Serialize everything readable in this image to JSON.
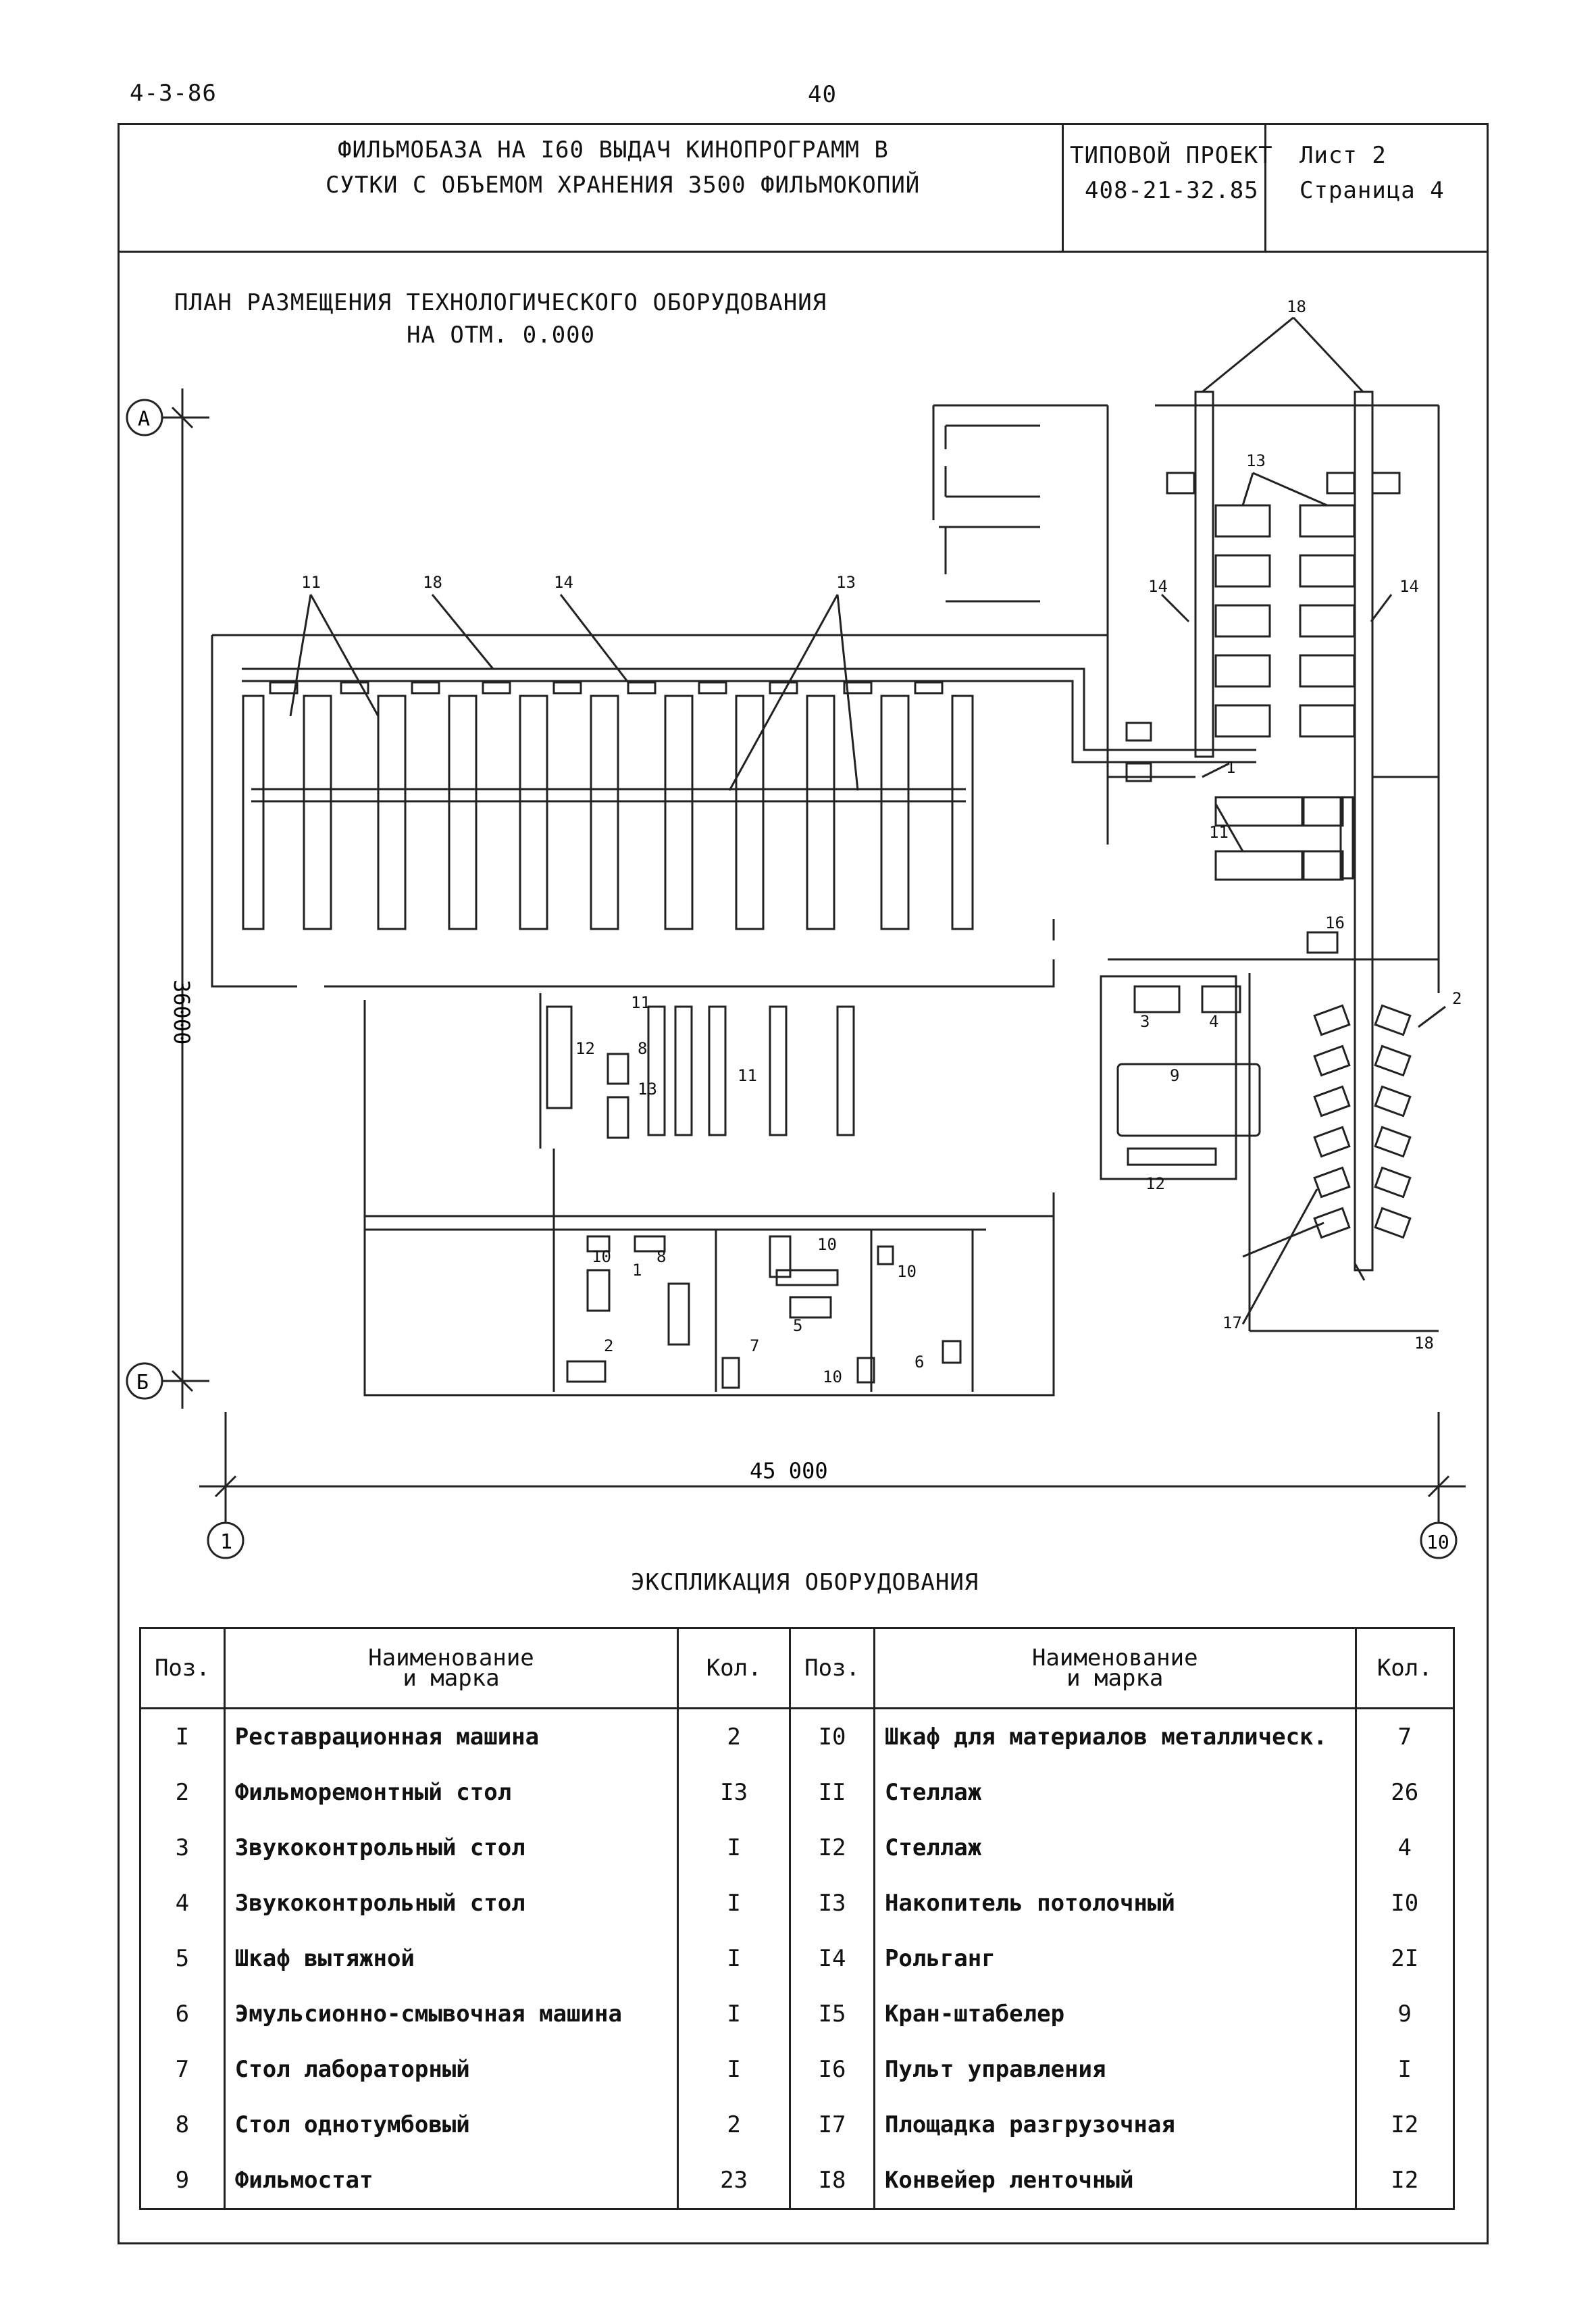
{
  "header": {
    "doc_code": "4-3-86",
    "page_number": "40"
  },
  "title_block": {
    "title_line1": "ФИЛЬМОБАЗА НА I60 ВЫДАЧ КИНОПРОГРАММ В",
    "title_line2": "СУТКИ С ОБЪЕМОМ ХРАНЕНИЯ 3500 ФИЛЬМОКОПИЙ",
    "project_label": "ТИПОВОЙ ПРОЕКТ",
    "project_number": "408-21-32.85",
    "sheet_label": "Лист 2",
    "page_label": "Страница 4"
  },
  "plan": {
    "title_line1": "ПЛАН РАЗМЕЩЕНИЯ ТЕХНОЛОГИЧЕСКОГО ОБОРУДОВАНИЯ",
    "title_line2": "НА ОТМ. 0.000",
    "dim_width": "45 000",
    "dim_height": "36000",
    "axis_a": "А",
    "axis_b": "Б",
    "axis_1": "1",
    "axis_10": "10",
    "callouts": {
      "c11a": "11",
      "c18a": "18",
      "c14a": "14",
      "c13a": "13",
      "c18b": "18",
      "c13b": "13",
      "c14b": "14",
      "c14c": "14",
      "c1a": "1",
      "c11b": "11",
      "c16": "16",
      "c2a": "2",
      "c3": "3",
      "c4": "4",
      "c9": "9",
      "c12a": "12",
      "c12b": "12",
      "c11c": "11",
      "c8a": "8",
      "c13c": "13",
      "c11d": "11",
      "c10a": "10",
      "c8b": "8",
      "c1b": "1",
      "c2b": "2",
      "c10b": "10",
      "c7": "7",
      "c5": "5",
      "c10c": "10",
      "c10d": "10",
      "c6": "6",
      "c17": "17",
      "c18c": "18"
    }
  },
  "explication": {
    "title": "ЭКСПЛИКАЦИЯ ОБОРУДОВАНИЯ",
    "headers": {
      "pos": "Поз.",
      "name_line1": "Наименование",
      "name_line2": "и марка",
      "qty": "Кол."
    },
    "rows": [
      {
        "pos_l": "I",
        "name_l": "Реставрационная машина",
        "qty_l": "2",
        "pos_r": "I0",
        "name_r": "Шкаф для материалов металлическ.",
        "qty_r": "7"
      },
      {
        "pos_l": "2",
        "name_l": "Фильморемонтный стол",
        "qty_l": "I3",
        "pos_r": "II",
        "name_r": "Стеллаж",
        "qty_r": "26"
      },
      {
        "pos_l": "3",
        "name_l": "Звукоконтрольный стол",
        "qty_l": "I",
        "pos_r": "I2",
        "name_r": "Стеллаж",
        "qty_r": "4"
      },
      {
        "pos_l": "4",
        "name_l": "Звукоконтрольный стол",
        "qty_l": "I",
        "pos_r": "I3",
        "name_r": "Накопитель потолочный",
        "qty_r": "I0"
      },
      {
        "pos_l": "5",
        "name_l": "Шкаф вытяжной",
        "qty_l": "I",
        "pos_r": "I4",
        "name_r": "Рольганг",
        "qty_r": "2I"
      },
      {
        "pos_l": "6",
        "name_l": "Эмульсионно-смывочная машина",
        "qty_l": "I",
        "pos_r": "I5",
        "name_r": "Кран-штабелер",
        "qty_r": "9"
      },
      {
        "pos_l": "7",
        "name_l": "Стол лабораторный",
        "qty_l": "I",
        "pos_r": "I6",
        "name_r": "Пульт управления",
        "qty_r": "I"
      },
      {
        "pos_l": "8",
        "name_l": "Стол однотумбовый",
        "qty_l": "2",
        "pos_r": "I7",
        "name_r": "Площадка разгрузочная",
        "qty_r": "I2"
      },
      {
        "pos_l": "9",
        "name_l": "Фильмостат",
        "qty_l": "23",
        "pos_r": "I8",
        "name_r": "Конвейер ленточный",
        "qty_r": "I2"
      }
    ]
  }
}
